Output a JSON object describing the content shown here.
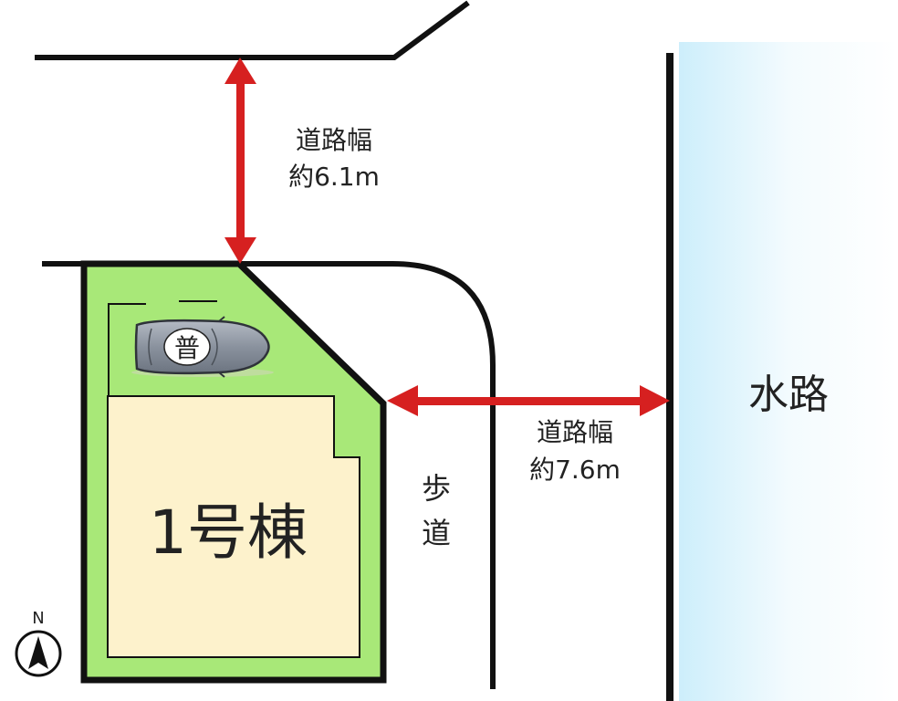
{
  "labels": {
    "north_road_width_title": "道路幅",
    "north_road_width_value": "約6.1m",
    "east_road_width_title": "道路幅",
    "east_road_width_value": "約7.6m",
    "sidewalk_char_1": "歩",
    "sidewalk_char_2": "道",
    "waterway": "水路",
    "building": "1号棟",
    "parking": "普",
    "north": "N"
  },
  "colors": {
    "lot_fill": "#a8e878",
    "building_fill": "#fdf2cc",
    "arrow": "#d62020",
    "outline": "#111111",
    "waterway_fill": "#d4eefa",
    "car_body": "#8e96a2"
  },
  "icons": {
    "car": "car-icon",
    "compass": "north-arrow-icon"
  }
}
